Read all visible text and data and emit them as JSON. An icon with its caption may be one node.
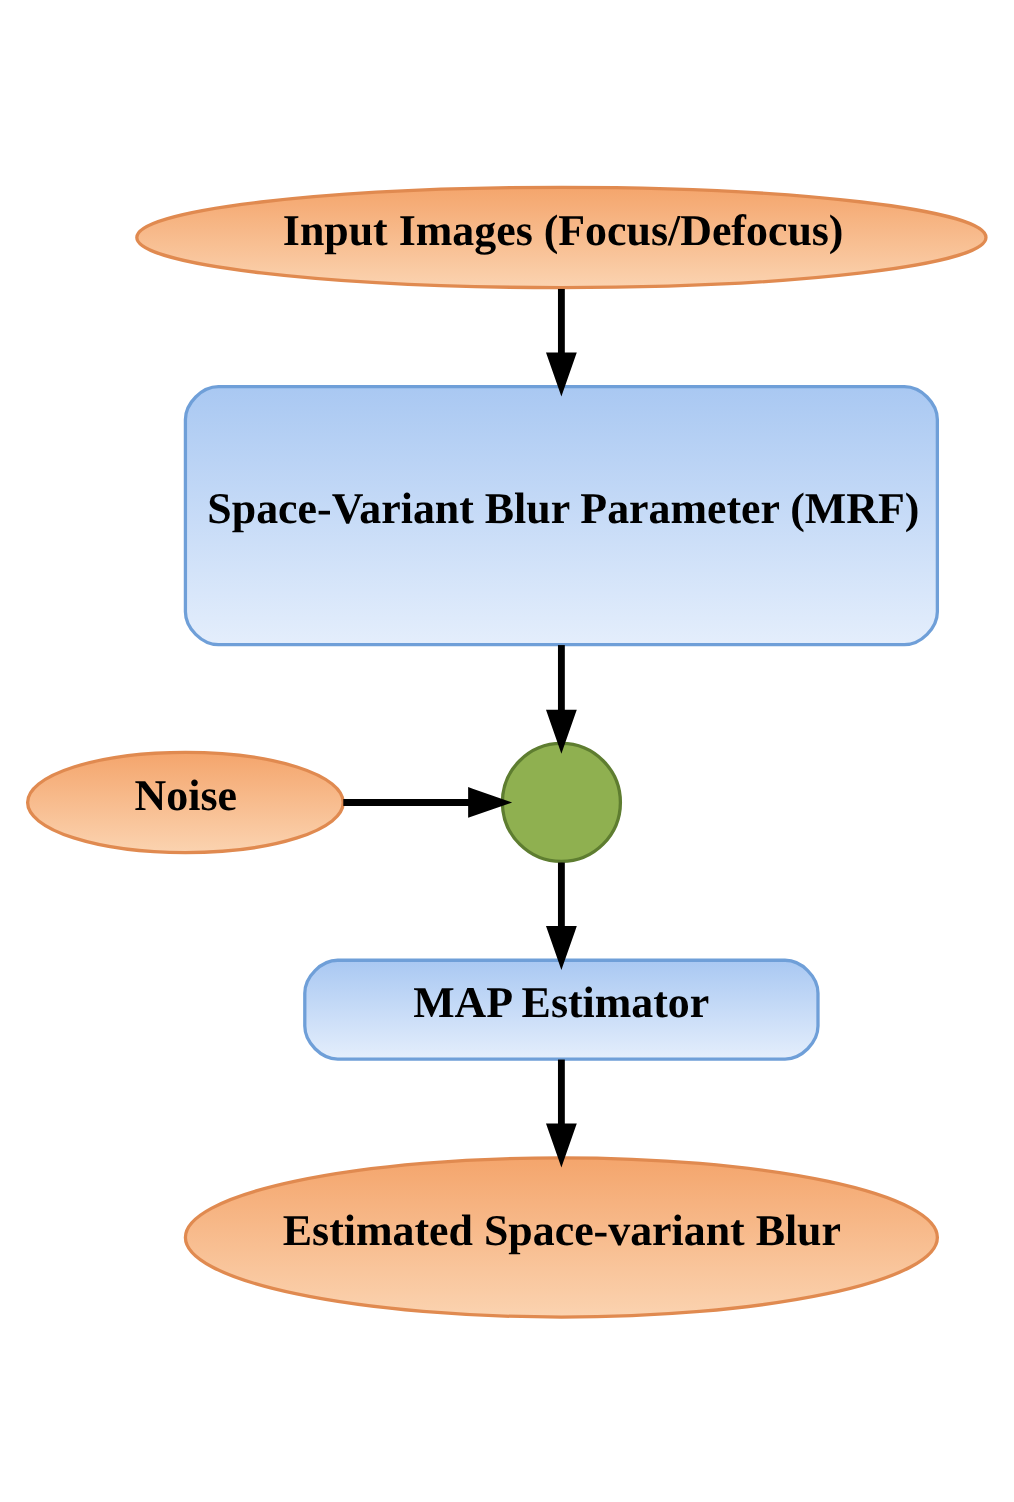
{
  "diagram": {
    "nodes": [
      {
        "text": [
          "Input Images (Focus/Defocus)"
        ]
      },
      {
        "text": [
          "Space-Variant Blur Parameter (MRF)"
        ]
      },
      {
        "text": [
          "Noise"
        ]
      },
      {
        "text": [],
        "shape": "circle"
      },
      {
        "text": [
          "MAP Estimator"
        ]
      },
      {
        "text": [
          "Estimated Space-variant Blur"
        ]
      }
    ],
    "edges": [
      {
        "from": 0,
        "to": 1,
        "arrow": "to"
      },
      {
        "from": 1,
        "to": 3,
        "arrow": "to"
      },
      {
        "from": 2,
        "to": 3,
        "arrow": "to"
      },
      {
        "from": 3,
        "to": 4,
        "arrow": "to"
      },
      {
        "from": 4,
        "to": 5,
        "arrow": "to"
      }
    ]
  }
}
